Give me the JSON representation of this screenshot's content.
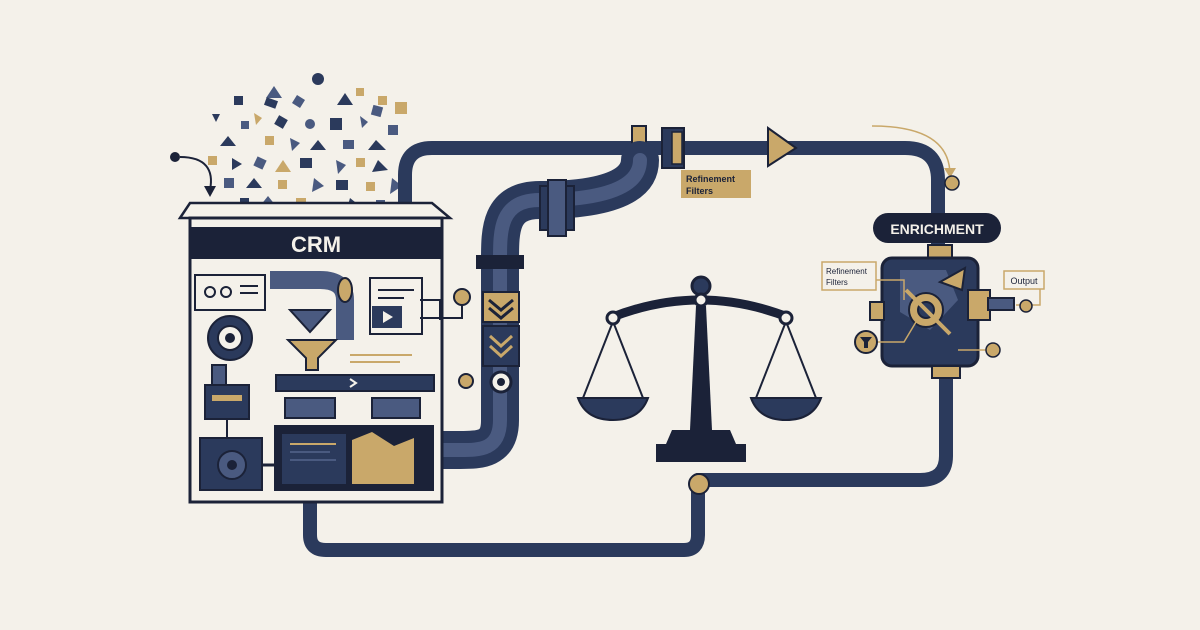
{
  "crm": {
    "title": "CRM"
  },
  "filters_top": {
    "line1": "Refinement",
    "line2": "Filters"
  },
  "filters_side": {
    "line1": "Refinement",
    "line2": "Filters"
  },
  "enrichment": {
    "label": "ENRICHMENT"
  },
  "output": {
    "label": "Output"
  },
  "colors": {
    "navy": "#2b3a5c",
    "dark": "#1b2238",
    "gold": "#c9a86a",
    "paper": "#f4f1ea",
    "steel": "#4a5a80"
  },
  "icons": [
    "data-fragments",
    "crm-machine",
    "pipeline",
    "balance-scale",
    "enrichment-module",
    "funnel-icon",
    "play-icon",
    "gear-icon"
  ]
}
